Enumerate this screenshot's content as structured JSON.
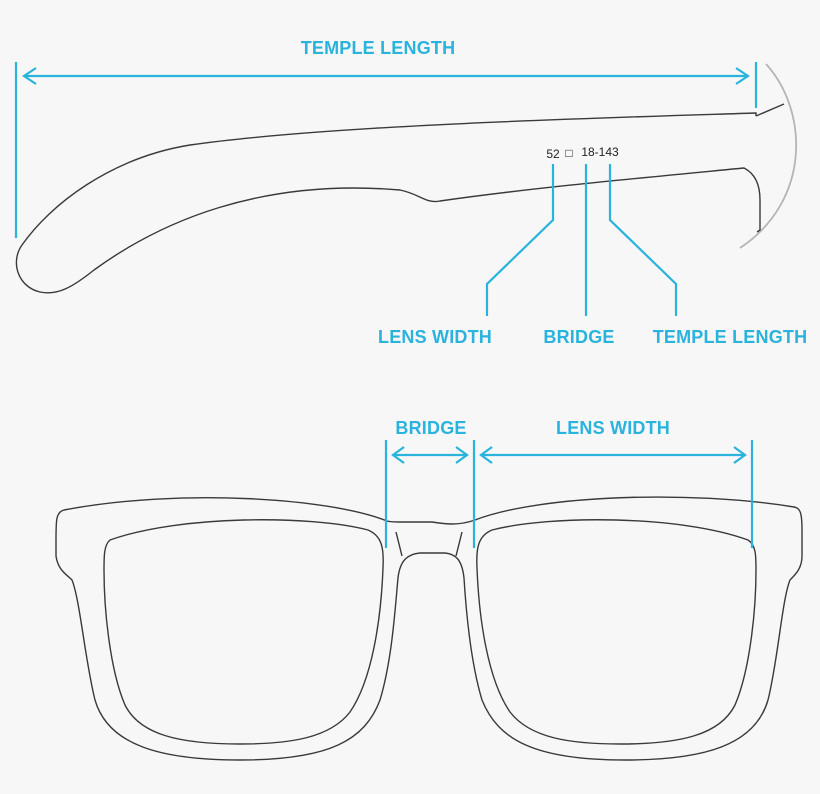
{
  "top_view": {
    "temple_length_label": "TEMPLE LENGTH",
    "spec": {
      "lens_width": "52",
      "bridge_symbol": "□",
      "bridge_temple": "18-143"
    },
    "callouts": {
      "lens_width": "LENS WIDTH",
      "bridge": "BRIDGE",
      "temple_length": "TEMPLE LENGTH"
    }
  },
  "front_view": {
    "bridge_label": "BRIDGE",
    "lens_width_label": "LENS WIDTH"
  },
  "colors": {
    "accent": "#29b3dd",
    "outline": "#3a3a3a",
    "background": "#f7f7f7"
  }
}
